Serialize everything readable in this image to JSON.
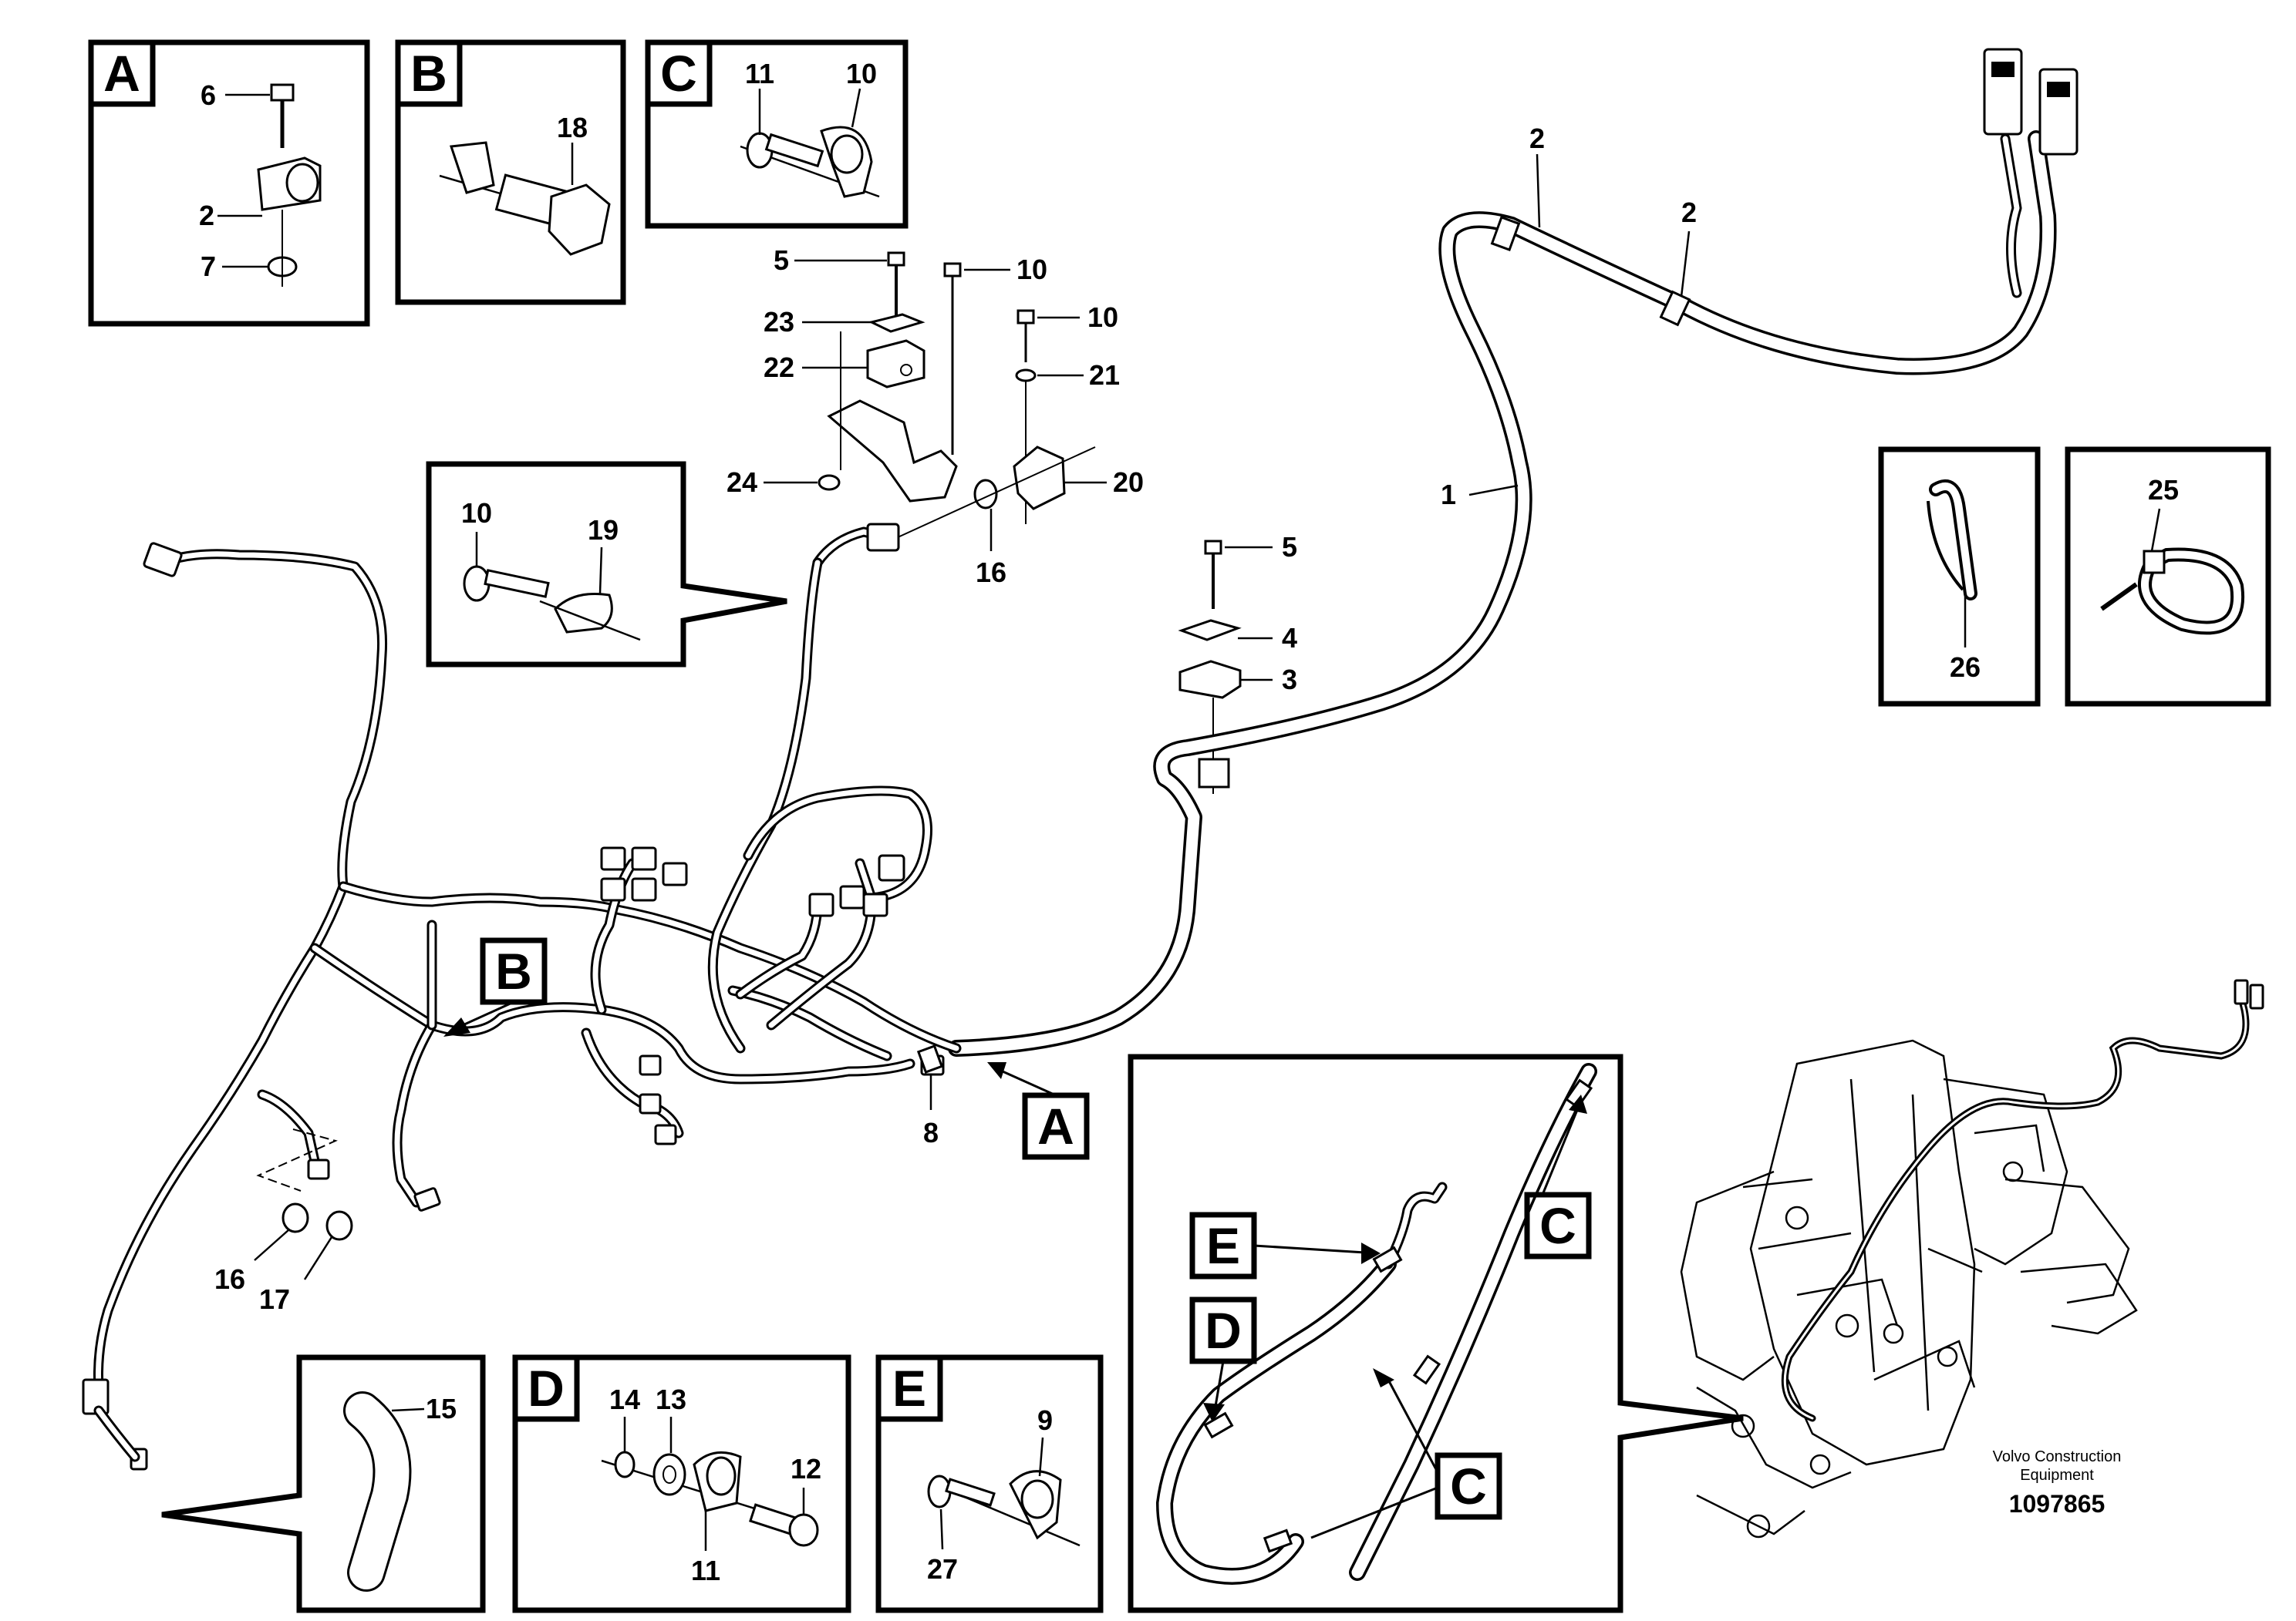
{
  "detail_boxes": {
    "A": {
      "letter": "A",
      "labels": [
        "6",
        "2",
        "7"
      ]
    },
    "B": {
      "letter": "B",
      "labels": [
        "18"
      ]
    },
    "C": {
      "letter": "C",
      "labels": [
        "11",
        "10"
      ]
    },
    "tie": {
      "labels": [
        "26"
      ]
    },
    "clamp": {
      "labels": [
        "25"
      ]
    },
    "bracket": {
      "labels": [
        "10",
        "19"
      ]
    },
    "hose": {
      "labels": [
        "15"
      ]
    },
    "D": {
      "letter": "D",
      "labels": [
        "14",
        "13",
        "12",
        "11"
      ]
    },
    "E": {
      "letter": "E",
      "labels": [
        "9",
        "27"
      ]
    }
  },
  "bracket_callouts": [
    "5",
    "10",
    "10",
    "23",
    "22",
    "21",
    "24",
    "20",
    "16"
  ],
  "clamp_callouts": [
    "5",
    "4",
    "3"
  ],
  "harness_callouts": [
    "1",
    "2",
    "2",
    "8",
    "16",
    "17"
  ],
  "view_callouts": [
    "B",
    "A"
  ],
  "inset": {
    "letters": [
      "E",
      "D",
      "C",
      "C"
    ]
  },
  "credit": {
    "line1": "Volvo Construction",
    "line2": "Equipment",
    "doc_number": "1097865"
  }
}
